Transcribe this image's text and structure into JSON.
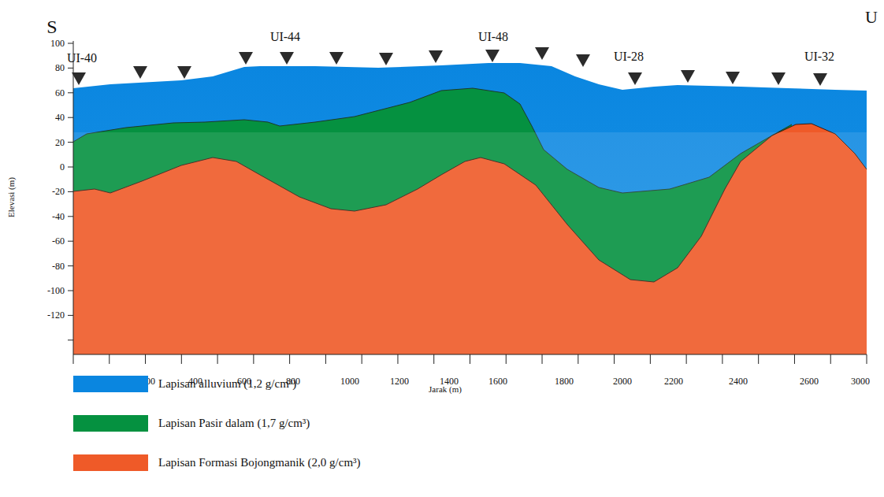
{
  "diagram": {
    "labels": [
      "S",
      "U",
      "UI-40",
      "UI-44",
      "UI-48",
      "UI-28",
      "UI-32",
      "100",
      "80",
      "60",
      "40",
      "20",
      "0",
      "-20",
      "-40",
      "-60",
      "-80",
      "-100",
      "-120",
      "Elevasi (m)",
      "200",
      "400",
      "600",
      "800",
      "1000",
      "1200",
      "1400",
      "1600",
      "1800",
      "2000",
      "2200",
      "2400",
      "2600",
      "3000",
      "Jarak (m)"
    ],
    "legend": [
      {
        "text": "Lapisan alluvium (1,2 g/cm³)",
        "color": "#0a86e0"
      },
      {
        "text": "Lapisan Pasir dalam (1,7 g/cm³)",
        "color": "#059140"
      },
      {
        "text": "Lapisan Formasi Bojongmanik (2,0 g/cm³)",
        "color": "#ef5a28"
      }
    ]
  }
}
